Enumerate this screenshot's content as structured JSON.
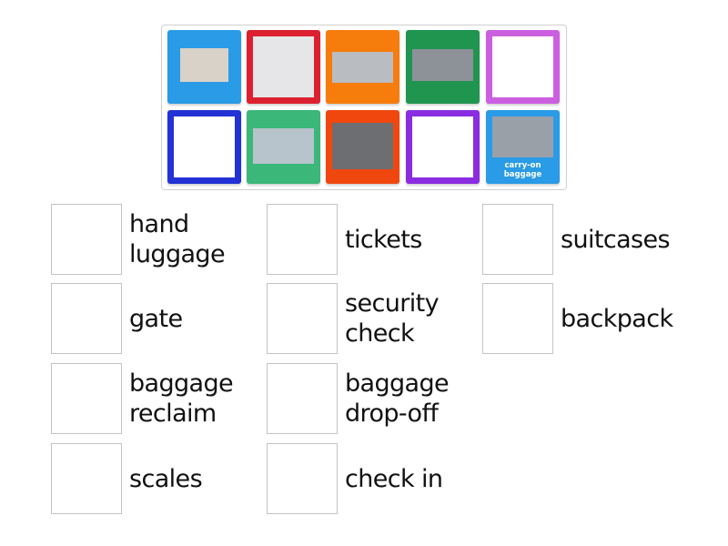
{
  "activity": {
    "type": "match-up",
    "tiles": [
      {
        "id": 1,
        "color": "#2a9be6",
        "picture": "baggage carousel",
        "inner_bg": "#d9d2c8",
        "inner": [
          14,
          20,
          53,
          37
        ]
      },
      {
        "id": 2,
        "color": "#dc2030",
        "picture": "woman at self check-in kiosk",
        "inner_bg": "#e6e6e8",
        "inner": [
          7,
          7,
          67,
          67
        ]
      },
      {
        "id": 3,
        "color": "#f67c0c",
        "picture": "airport gate sign",
        "inner_bg": "#b9bcc0",
        "inner": [
          7,
          24,
          67,
          34
        ]
      },
      {
        "id": 4,
        "color": "#1f9550",
        "picture": "security check area",
        "inner_bg": "#8d9198",
        "inner": [
          7,
          21,
          67,
          35
        ]
      },
      {
        "id": 5,
        "color": "#cc5fe0",
        "picture": "navy backpack",
        "inner_bg": "#ffffff",
        "inner": [
          7,
          7,
          67,
          67
        ]
      },
      {
        "id": 6,
        "color": "#2332d4",
        "picture": "hand holding plane tickets",
        "inner_bg": "#ffffff",
        "inner": [
          7,
          7,
          67,
          67
        ]
      },
      {
        "id": 7,
        "color": "#3ab779",
        "picture": "baggage drop-off counters",
        "inner_bg": "#b8c4cc",
        "inner": [
          7,
          20,
          67,
          39
        ]
      },
      {
        "id": 8,
        "color": "#f0470f",
        "picture": "travellers in check-in queue",
        "inner_bg": "#6d6e72",
        "inner": [
          7,
          14,
          67,
          51
        ]
      },
      {
        "id": 9,
        "color": "#8a2de0",
        "picture": "purple, red and navy suitcases",
        "inner_bg": "#ffffff",
        "inner": [
          7,
          7,
          67,
          67
        ]
      },
      {
        "id": 10,
        "color": "#2a9be6",
        "picture": "overhead luggage bin",
        "inner_bg": "#9aa0a8",
        "inner": [
          7,
          7,
          67,
          45
        ],
        "caption": "carry-on\nbaggage",
        "caption_lines": [
          "carry-on",
          "baggage"
        ]
      }
    ],
    "targets": [
      {
        "label": "hand luggage",
        "lines": [
          "hand",
          "luggage"
        ]
      },
      {
        "label": "tickets",
        "lines": [
          "tickets"
        ]
      },
      {
        "label": "suitcases",
        "lines": [
          "suitcases"
        ]
      },
      {
        "label": "gate",
        "lines": [
          "gate"
        ]
      },
      {
        "label": "security check",
        "lines": [
          "security",
          "check"
        ]
      },
      {
        "label": "backpack",
        "lines": [
          "backpack"
        ]
      },
      {
        "label": "baggage reclaim",
        "lines": [
          "baggage",
          "reclaim"
        ]
      },
      {
        "label": "baggage drop-off",
        "lines": [
          "baggage",
          "drop-off"
        ]
      },
      {
        "label": "scales",
        "lines": [
          "scales"
        ]
      },
      {
        "label": "check in",
        "lines": [
          "check in"
        ]
      }
    ]
  }
}
